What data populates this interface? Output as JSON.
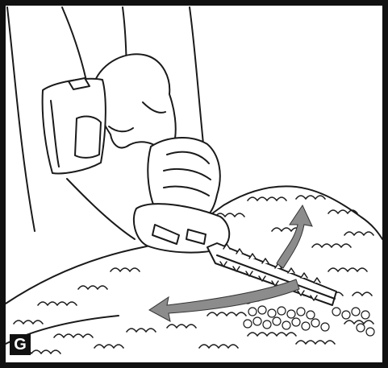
{
  "figure": {
    "label": "G",
    "frame_color": "#111111",
    "arrow_color": "#8c8c8c",
    "line_color": "#1a1a1a",
    "icons": [
      "hedge-trimmer-illustration",
      "hand-illustration",
      "bush-illustration",
      "motion-arrow-up-right",
      "motion-arrow-left"
    ]
  }
}
